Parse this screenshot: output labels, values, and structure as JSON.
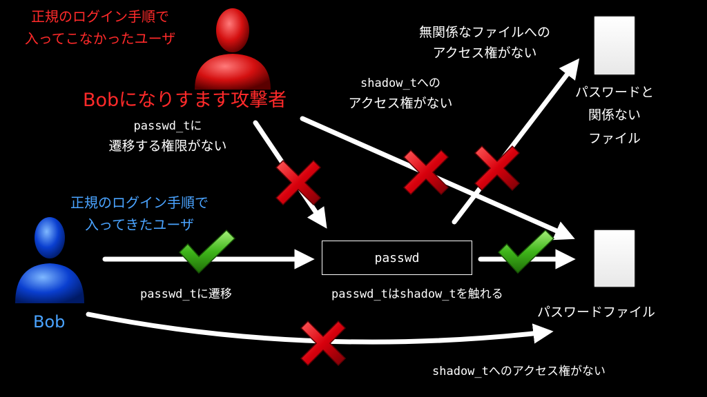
{
  "attacker": {
    "caption_line1": "正規のログイン手順で",
    "caption_line2": "入ってこなかったユーザ",
    "title": "Bobになりすます攻撃者",
    "color": "#ff2a2a"
  },
  "user": {
    "caption_line1": "正規のログイン手順で",
    "caption_line2": "入ってきたユーザ",
    "name": "Bob",
    "color": "#4aa3ff"
  },
  "box_label": "passwd",
  "notes": {
    "no_transition_line1": "passwd_tに",
    "no_transition_line2": "遷移する権限がない",
    "transition": "passwd_tに遷移",
    "passwd_can_touch": "passwd_tはshadow_tを触れる",
    "shadow_no_access_line1": "shadow_tへの",
    "shadow_no_access_line2": "アクセス権がない",
    "unrelated_no_access_line1": "無関係なファイルへの",
    "unrelated_no_access_line2": "アクセス権がない",
    "bottom_no_access": "shadow_tへのアクセス権がない"
  },
  "files": {
    "password_file": "パスワードファイル",
    "unrelated_line1": "パスワードと",
    "unrelated_line2": "関係ない",
    "unrelated_line3": "ファイル"
  },
  "icons": [
    "attacker-avatar-icon",
    "user-avatar-icon",
    "check-icon",
    "cross-icon",
    "file-icon"
  ],
  "colors": {
    "background": "#000000",
    "check": "#3fc21a",
    "cross": "#e0101a",
    "arrow": "#ffffff"
  }
}
